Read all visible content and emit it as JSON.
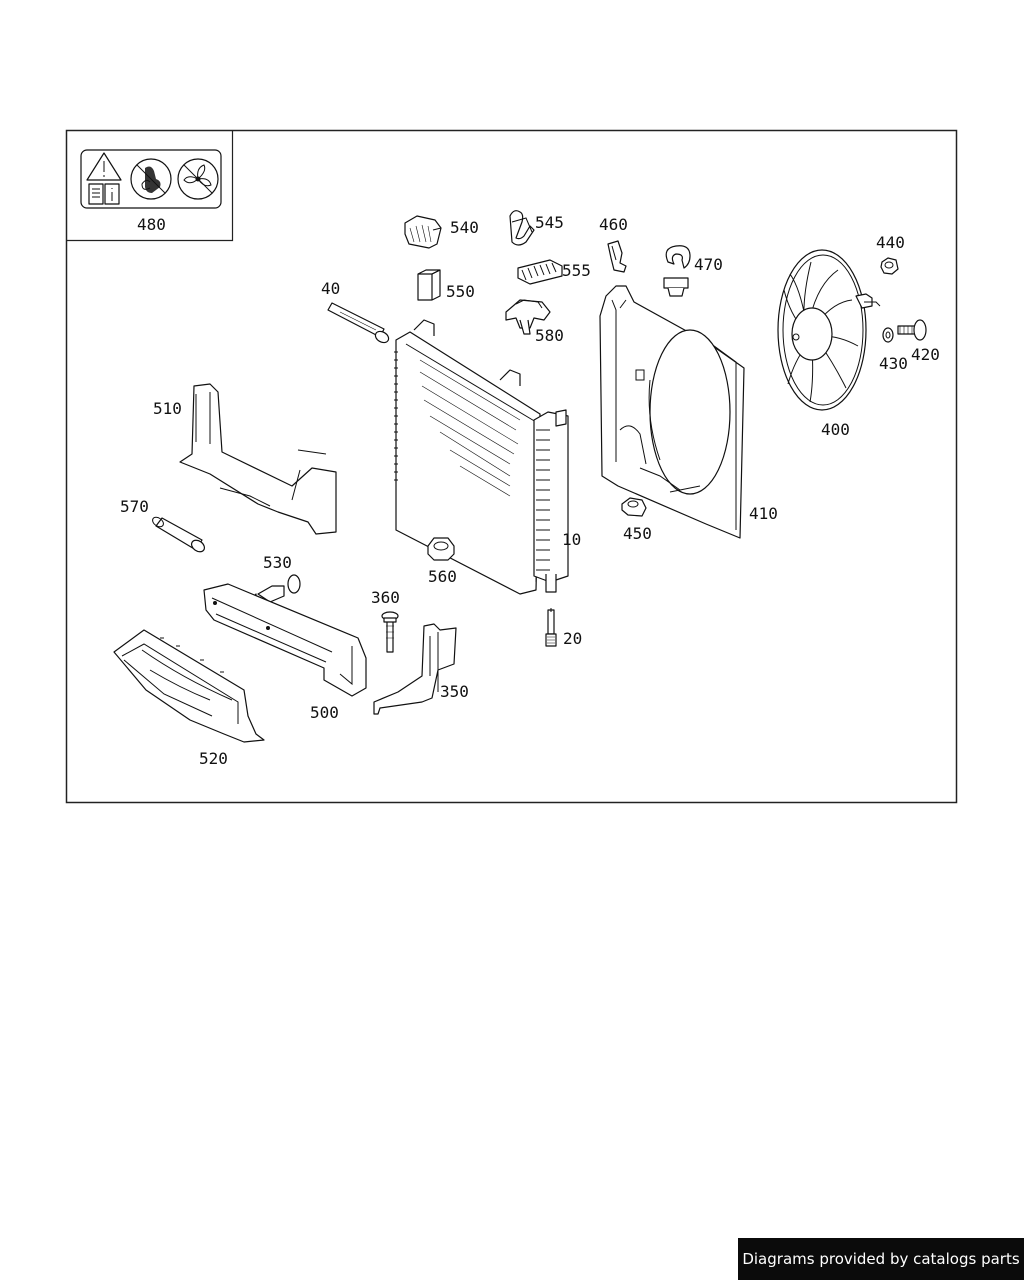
{
  "footer": {
    "text": "Diagrams provided by catalogs parts"
  },
  "part_labels": {
    "p480": "480",
    "p540": "540",
    "p545": "545",
    "p460": "460",
    "p470": "470",
    "p440": "440",
    "p40": "40",
    "p550": "550",
    "p555": "555",
    "p580": "580",
    "p420": "420",
    "p430": "430",
    "p510": "510",
    "p400": "400",
    "p410": "410",
    "p450": "450",
    "p570": "570",
    "p10": "10",
    "p560": "560",
    "p530": "530",
    "p360": "360",
    "p20": "20",
    "p350": "350",
    "p500": "500",
    "p520": "520"
  },
  "icons": [
    "warning-manual-icon",
    "no-hand-fan-icon",
    "no-touch-fan-icon"
  ]
}
